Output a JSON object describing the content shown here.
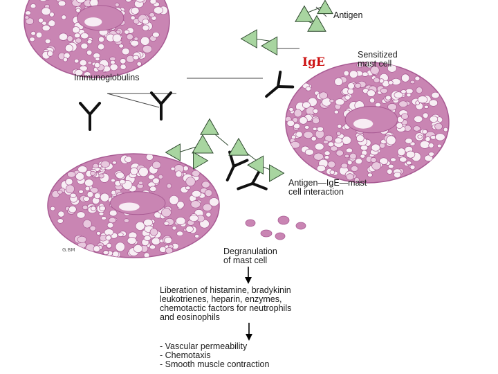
{
  "labels": {
    "antigen": "Antigen",
    "ige": "IgE",
    "sensitized": "Sensitized\nmast cell",
    "immunoglobulins": "Immunoglobulins",
    "interaction": "Antigen—IgE—mast\ncell interaction",
    "degranulation": "Degranulation\nof mast cell",
    "liberation": "Liberation of histamine, bradykinin\nleukotrienes, heparin, enzymes,\nchemotactic factors for neutrophils\nand eosinophils",
    "effects": "- Vascular permeability\n- Chemotaxis\n- Smooth muscle contraction",
    "artist_mark": "G.BM"
  },
  "colors": {
    "cell": "#c985b3",
    "cell_dark": "#a85a93",
    "granule": "#f7eef4",
    "antigen_fill": "#a8d5a0",
    "antigen_stroke": "#2f4a2f",
    "antibody": "#111111",
    "ige_label": "#cc1111",
    "arrow": "#000000"
  }
}
